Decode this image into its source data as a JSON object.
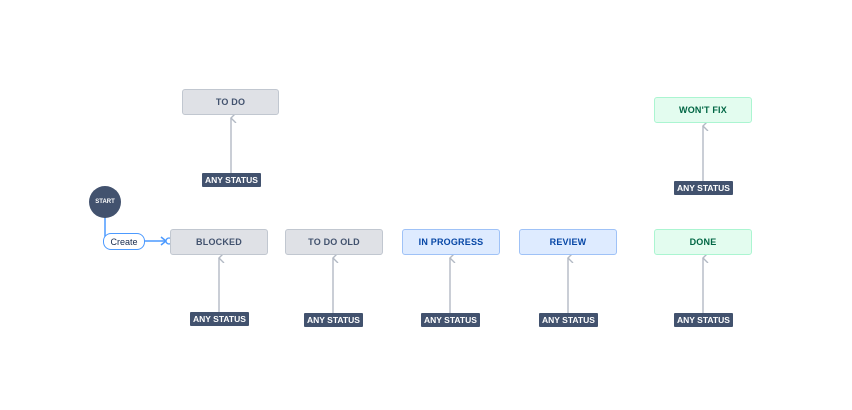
{
  "start": {
    "label": "START"
  },
  "create_transition": {
    "label": "Create"
  },
  "statuses": {
    "todo": {
      "label": "TO DO"
    },
    "blocked": {
      "label": "BLOCKED"
    },
    "todo_old": {
      "label": "TO DO OLD"
    },
    "in_progress": {
      "label": "IN PROGRESS"
    },
    "review": {
      "label": "REVIEW"
    },
    "wont_fix": {
      "label": "WON'T FIX"
    },
    "done": {
      "label": "DONE"
    }
  },
  "any_status_label": "ANY STATUS",
  "colors": {
    "connector": "#b3b9c4",
    "create_line": "#4c9aff",
    "lozenge": "#42526e"
  }
}
